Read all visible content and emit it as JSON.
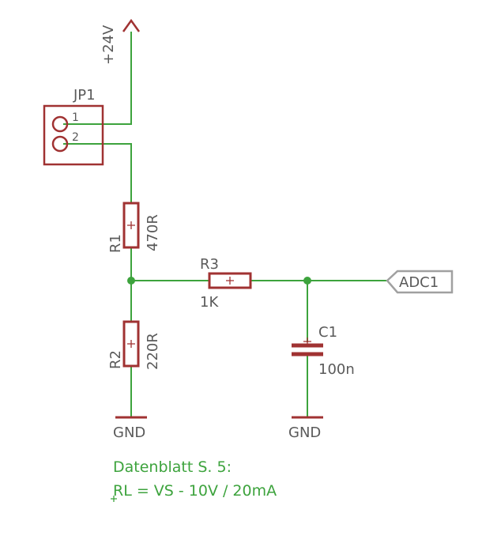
{
  "supply": {
    "label": "+24V"
  },
  "connector": {
    "name": "JP1",
    "pin1": "1",
    "pin2": "2"
  },
  "resistors": [
    {
      "name": "R1",
      "value": "470R"
    },
    {
      "name": "R2",
      "value": "220R"
    },
    {
      "name": "R3",
      "value": "1K"
    }
  ],
  "capacitor": {
    "name": "C1",
    "value": "100n"
  },
  "grounds": [
    "GND",
    "GND"
  ],
  "net_port": {
    "label": "ADC1"
  },
  "note": {
    "line1": "Datenblatt S. 5:",
    "line2": "RL = VS - 10V / 20mA"
  },
  "colors": {
    "wire": "#3da33d",
    "component": "#a03232",
    "label": "#5a5a5a",
    "port": "#a0a0a0",
    "note": "#3da33d"
  }
}
